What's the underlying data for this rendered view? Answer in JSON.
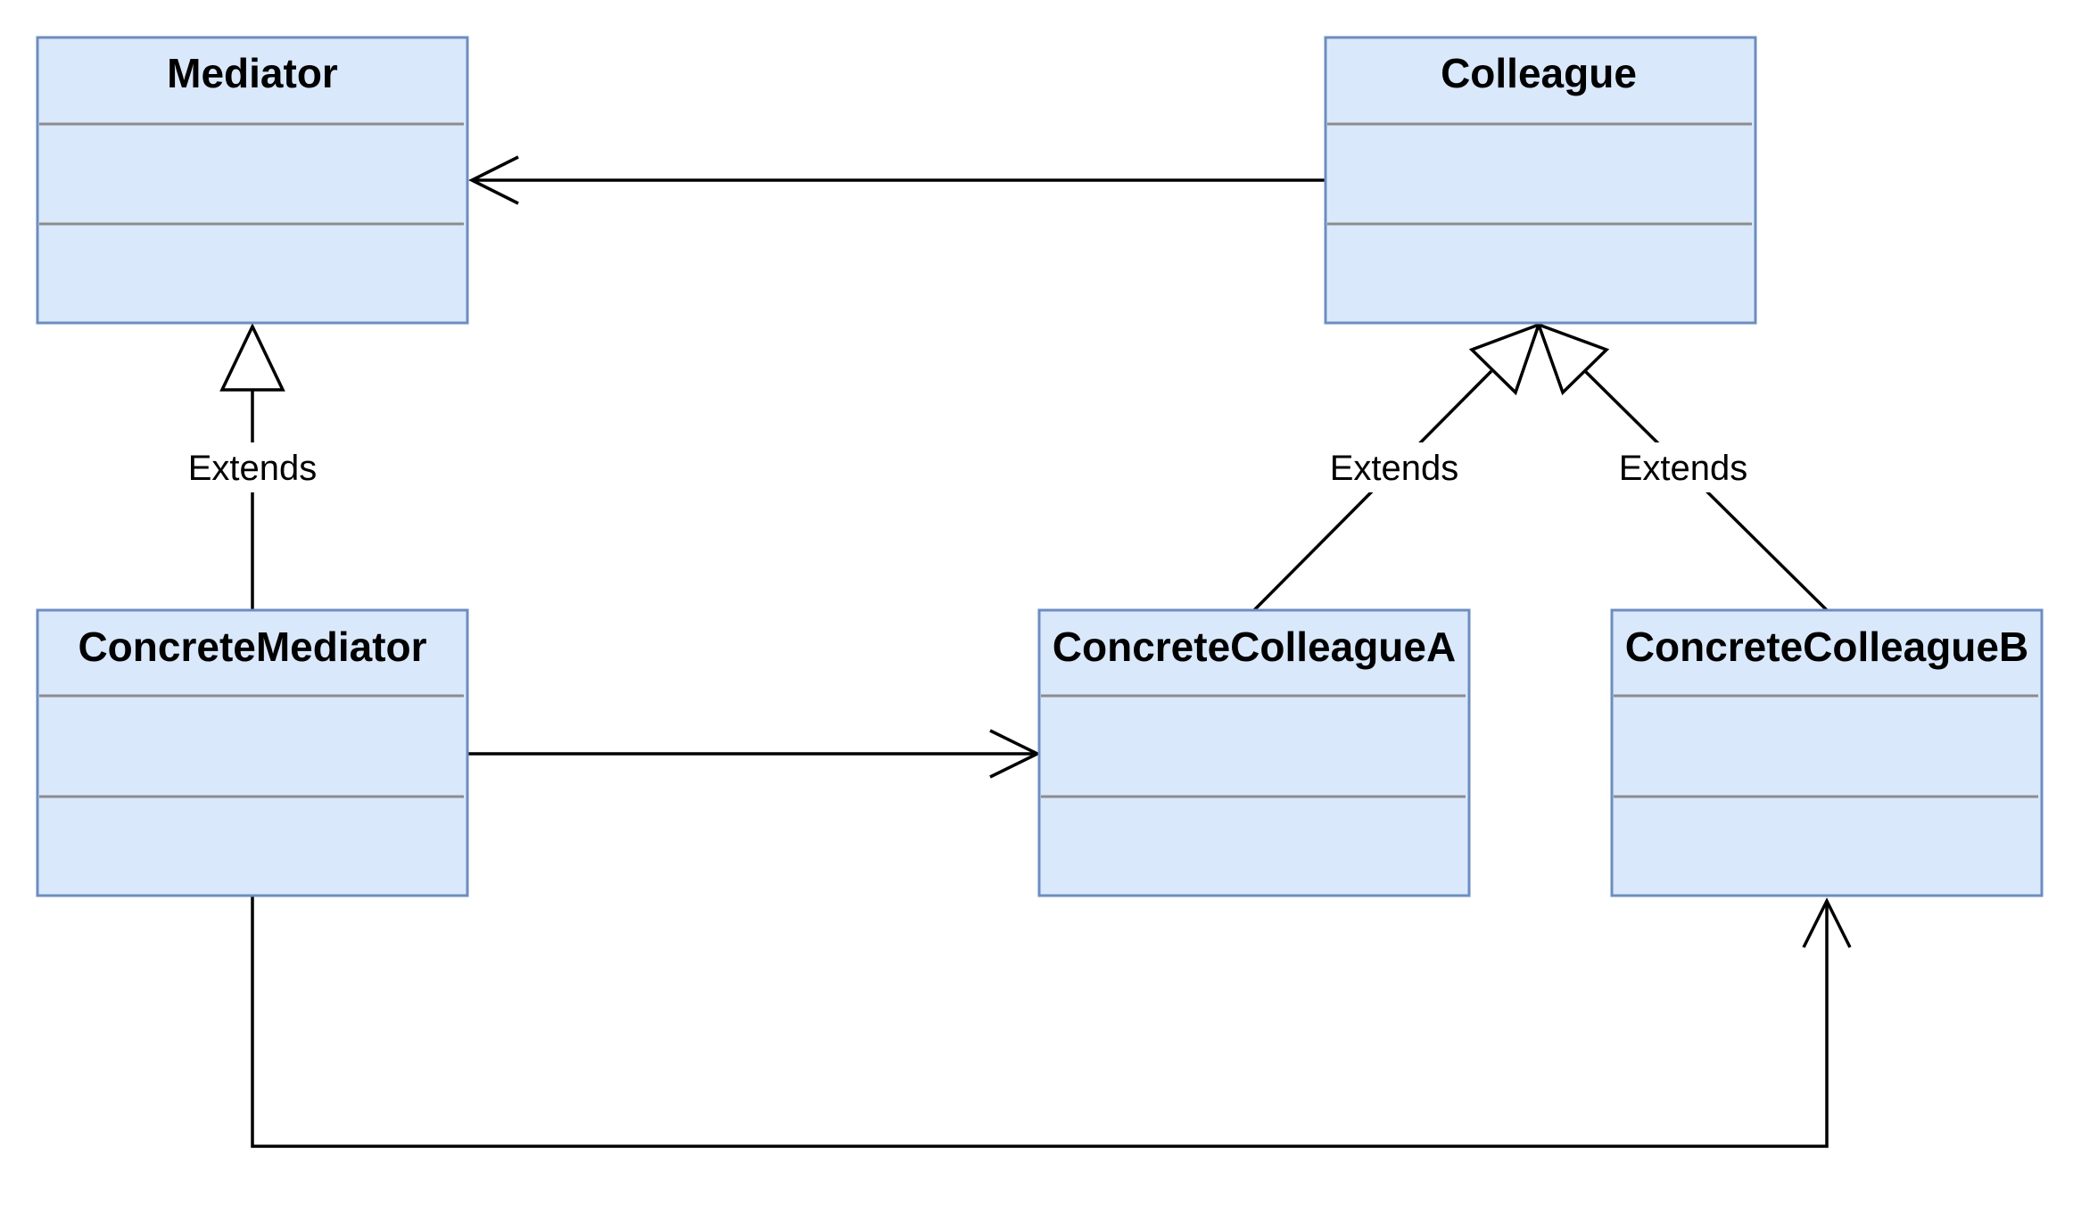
{
  "classes": {
    "mediator": {
      "name": "Mediator"
    },
    "colleague": {
      "name": "Colleague"
    },
    "concrete_mediator": {
      "name": "ConcreteMediator"
    },
    "concrete_colleague_a": {
      "name": "ConcreteColleagueA"
    },
    "concrete_colleague_b": {
      "name": "ConcreteColleagueB"
    }
  },
  "relations": {
    "mediator_extends": {
      "label": "Extends"
    },
    "colleague_a_extends": {
      "label": "Extends"
    },
    "colleague_b_extends": {
      "label": "Extends"
    }
  },
  "colors": {
    "class_fill": "#dae8fc",
    "class_border": "#6c8ebf",
    "line": "#000000"
  }
}
